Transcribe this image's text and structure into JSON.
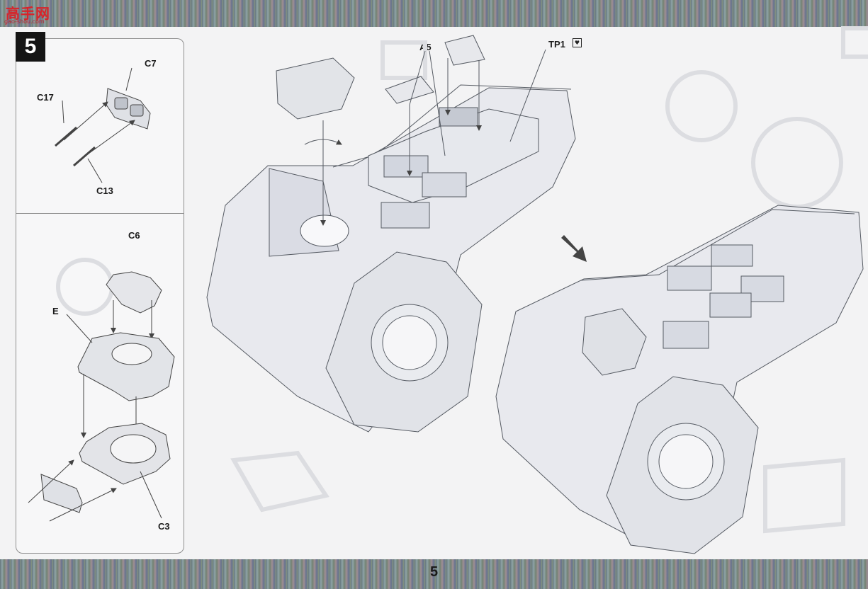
{
  "watermark": {
    "title": "高手网",
    "subtitle": "gao-shou.com"
  },
  "step": {
    "number": "5"
  },
  "page": {
    "number": "5"
  },
  "callouts": {
    "c7": "C7",
    "c17": "C17",
    "c13": "C13",
    "c6": "C6",
    "e": "E",
    "c3": "C3",
    "a5": "A5",
    "tp1": "TP1"
  },
  "colors": {
    "band": "#6c7b80",
    "background": "#f3f3f4",
    "line": "#555a62",
    "step_box": "#151515"
  }
}
